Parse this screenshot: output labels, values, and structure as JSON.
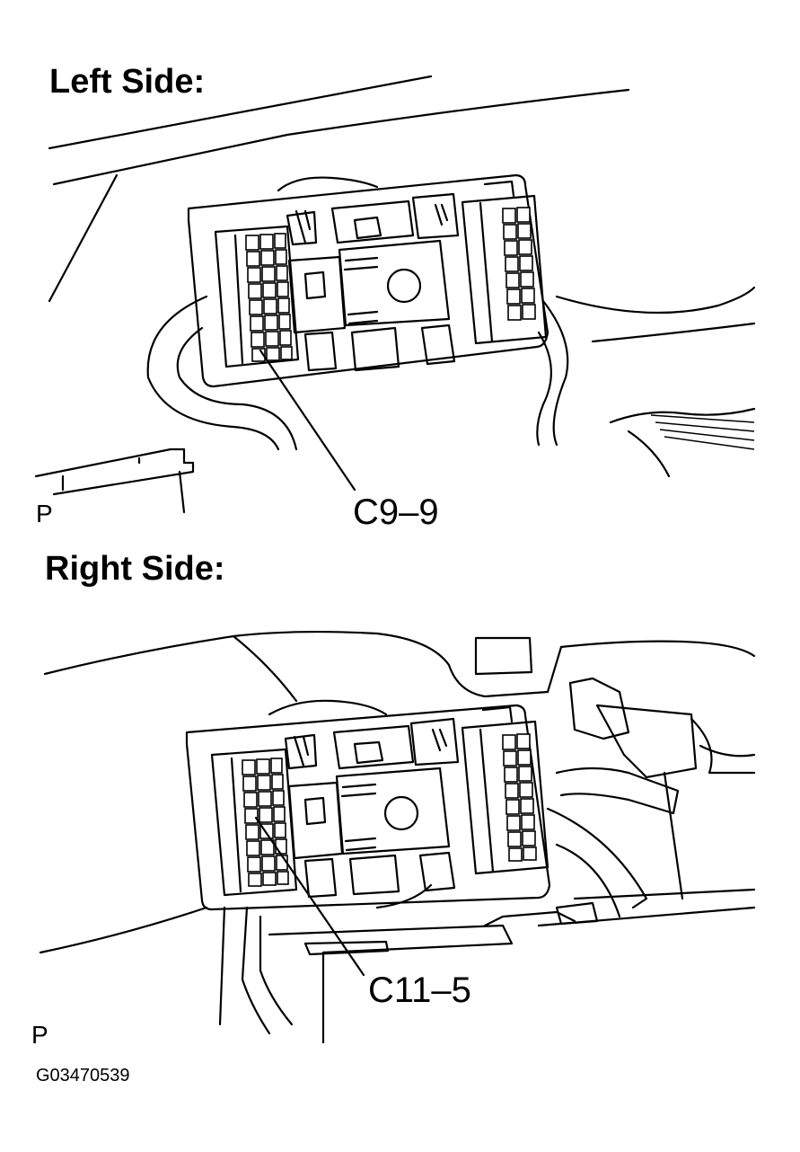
{
  "panels": [
    {
      "heading": "Left Side:",
      "connector_label": "C9–9",
      "marker": "P"
    },
    {
      "heading": "Right Side:",
      "connector_label": "C11–5",
      "marker": "P"
    }
  ],
  "figure_id": "G03470539"
}
